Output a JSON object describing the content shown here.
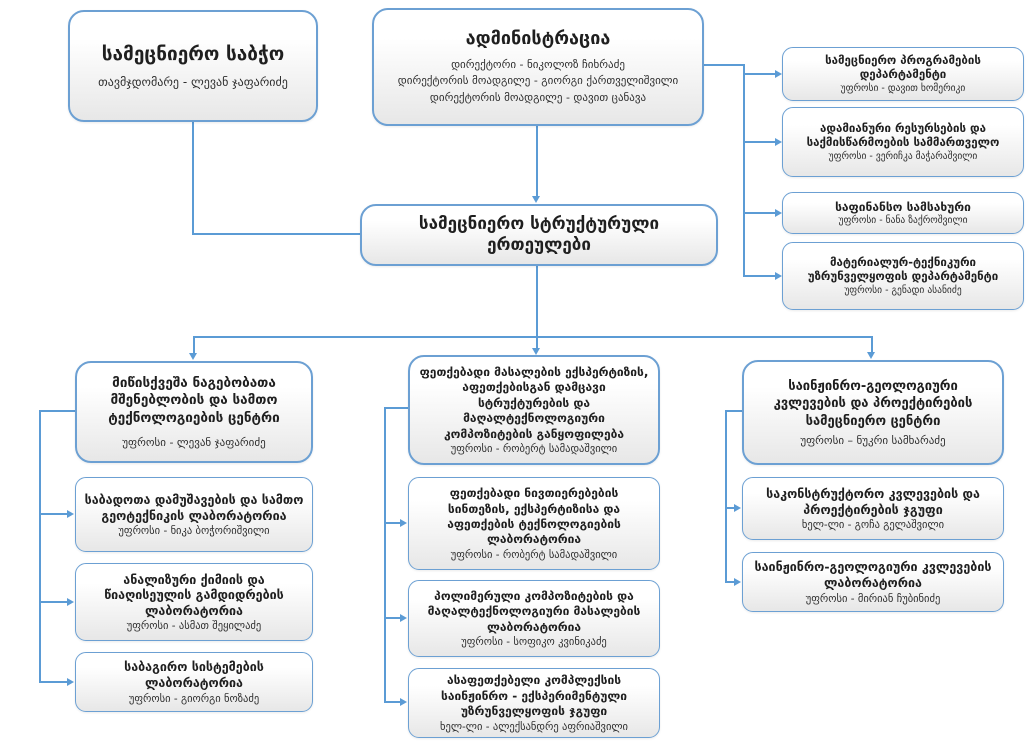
{
  "meta": {
    "type": "org-chart"
  },
  "colors": {
    "box_border": "#6ca0d3",
    "box_fill_top": "#ffffff",
    "box_fill_bottom": "#e7e7e7",
    "connector": "#5b9bd5",
    "title_text": "#1f1f1f",
    "subtitle_text": "#2e2e2e",
    "background": "#ffffff"
  },
  "nodes": {
    "council": {
      "title": "სამეცნიერო საბჭო",
      "subtitle": "თავმჯდომარე - ლევან ჯაფარიძე"
    },
    "administration": {
      "title": "ადმინისტრაცია",
      "lines": [
        "დირექტორი - ნიკოლოზ ჩიხრაძე",
        "დირექტორის მოადგილე - გიორგი ქართველიშვილი",
        "დირექტორის მოადგილე - დავით ცანავა"
      ]
    },
    "structural": {
      "title": "სამეცნიერო სტრუქტურული ერთეულები"
    },
    "right_column": [
      {
        "title": "სამეცნიერო პროგრამების დეპარტამენტი",
        "subtitle": "უფროსი - დავით ხომერიკი"
      },
      {
        "title": "ადამიანური რესურსების და საქმისწარმოების სამმართველო",
        "subtitle": "უფროსი - ვერიჩკა მაჭარაშვილი"
      },
      {
        "title": "საფინანსო სამსახური",
        "subtitle": "უფროსი - ნანა ზაქროშვილი"
      },
      {
        "title": "მატერიალურ-ტექნიკური უზრუნველყოფის დეპარტამენტი",
        "subtitle": "უფროსი - გენადი ასანიძე"
      }
    ],
    "left_column": [
      {
        "title": "მიწისქვეშა ნაგებობათა მშენებლობის და სამთო ტექნოლოგიების ცენტრი",
        "subtitle": "უფროსი - ლევან ჯაფარიძე"
      },
      {
        "title": "საბადოთა დამუშავების და სამთო გეოტექნიკის ლაბორატორია",
        "subtitle": "უფროსი - ნიკა ბოჭორიშვილი"
      },
      {
        "title": "ანალიზური ქიმიის და წიაღისეულის გამდიდრების ლაბორატორია",
        "subtitle": "უფროსი - ასმათ შეყილაძე"
      },
      {
        "title": "საბაგირო სისტემების ლაბორატორია",
        "subtitle": "უფროსი - გიორგი ნოზაძე"
      }
    ],
    "middle_column": [
      {
        "title": "ფეთქებადი მასალების ექსპერტიზის, აფეთქებისგან დამცავი სტრუქტურების და მაღალტექნოლოგიური კომპოზიტების განყოფილება",
        "subtitle": "უფროსი - რობერტ სამადაშვილი"
      },
      {
        "title": "ფეთქებადი ნივთიერებების სინთეზის, ექსპერტიზისა და აფეთქების ტექნოლოგიების ლაბორატორია",
        "subtitle": "უფროსი - რობერტ სამადაშვილი"
      },
      {
        "title": "პოლიმერული კომპოზიტების და მაღალტექნოლოგიური მასალების ლაბორატორია",
        "subtitle": "უფროსი - სოფიკო კვინიკაძე"
      },
      {
        "title": "ასაფეთქებელი კომპლექსის საინჟინრო - ექსპერიმენტული უზრუნველყოფის ჯგუფი",
        "subtitle": "ხელ-ლი - ალექსანდრე აფრიაშვილი"
      }
    ],
    "bottom_right_column": [
      {
        "title": "საინჟინრო-გეოლოგიური კვლევების და პროექტირების სამეცნიერო ცენტრი",
        "subtitle": "უფროსი – ნუკრი სამხარაძე"
      },
      {
        "title": "საკონსტრუქტორო კვლევების და პროექტირების ჯგუფი",
        "subtitle": "ხელ-ლი - გოჩა გელაშვილი"
      },
      {
        "title": "საინჟინრო-გეოლოგიური კვლევების ლაბორატორია",
        "subtitle": "უფროსი - მირიან ჩუბინიძე"
      }
    ]
  }
}
